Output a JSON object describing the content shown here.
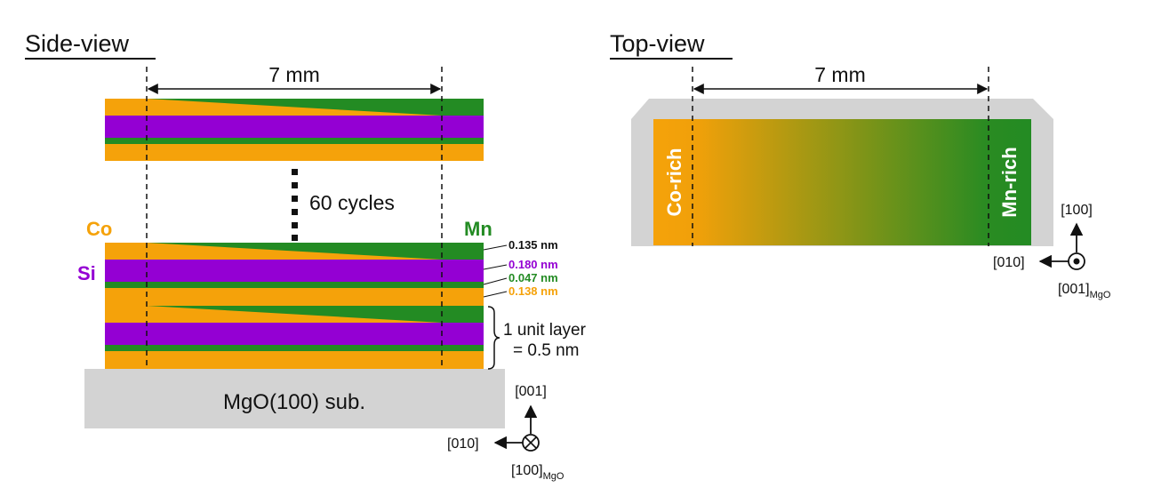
{
  "colors": {
    "co": "#F5A20A",
    "si": "#9400D3",
    "mn": "#238B23",
    "substrate": "#D3D3D3",
    "text": "#111111"
  },
  "side_view": {
    "title": "Side-view",
    "width_label": "7 mm",
    "cycles_label": "60 cycles",
    "co_label": "Co",
    "si_label": "Si",
    "mn_label": "Mn",
    "thickness_labels": {
      "mn": "0.135 nm",
      "si": "0.180 nm",
      "thin": "0.047 nm",
      "co": "0.138 nm"
    },
    "unit_layer_line1": "1 unit layer",
    "unit_layer_line2": "= 0.5 nm",
    "substrate_label": "MgO(100) sub.",
    "axes": {
      "up": "[001]",
      "left": "[010]",
      "normal": "[100]",
      "normal_sub": "MgO",
      "normal_symbol": "into-page"
    }
  },
  "top_view": {
    "title": "Top-view",
    "width_label": "7 mm",
    "left_label": "Co-rich",
    "right_label": "Mn-rich",
    "axes": {
      "up": "[100]",
      "left": "[010]",
      "normal": "[001]",
      "normal_sub": "MgO",
      "normal_symbol": "out-of-page"
    }
  }
}
